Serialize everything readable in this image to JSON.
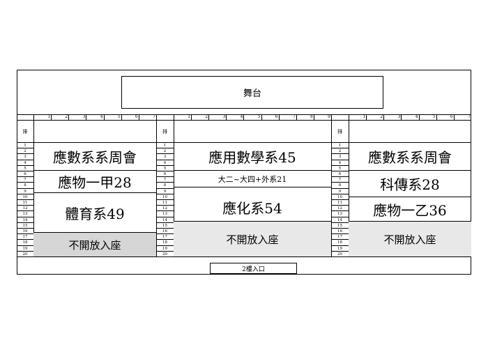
{
  "stage": {
    "label": "舞台"
  },
  "entrance": {
    "label": "2樓入口"
  },
  "row_header": "排",
  "rows": [
    "1",
    "2",
    "3",
    "4",
    "5",
    "6",
    "7",
    "8",
    "9",
    "10",
    "11",
    "12",
    "13",
    "14",
    "15",
    "16",
    "17",
    "18",
    "19",
    "20"
  ],
  "left": {
    "columns": [
      "1",
      "2",
      "3",
      "4",
      "5",
      "6",
      "7"
    ],
    "blocks": [
      {
        "label": "應數系系周會"
      },
      {
        "label": "應物一甲28"
      },
      {
        "label": "體育系49"
      },
      {
        "label": "不開放入座"
      }
    ]
  },
  "center": {
    "columns": [
      "1",
      "2",
      "3",
      "4",
      "5",
      "6",
      "7",
      "8",
      "9"
    ],
    "blocks": [
      {
        "label": "應用數學系45"
      },
      {
        "label": "大二~大四+外系21"
      },
      {
        "label": "應化系54"
      },
      {
        "label": "不開放入座"
      }
    ]
  },
  "right": {
    "columns": [
      "1",
      "2",
      "3",
      "4",
      "5",
      "6",
      "7"
    ],
    "blocks": [
      {
        "label": "應數系系周會"
      },
      {
        "label": "科傳系28"
      },
      {
        "label": "應物一乙36"
      },
      {
        "label": "不開放入座"
      }
    ]
  }
}
